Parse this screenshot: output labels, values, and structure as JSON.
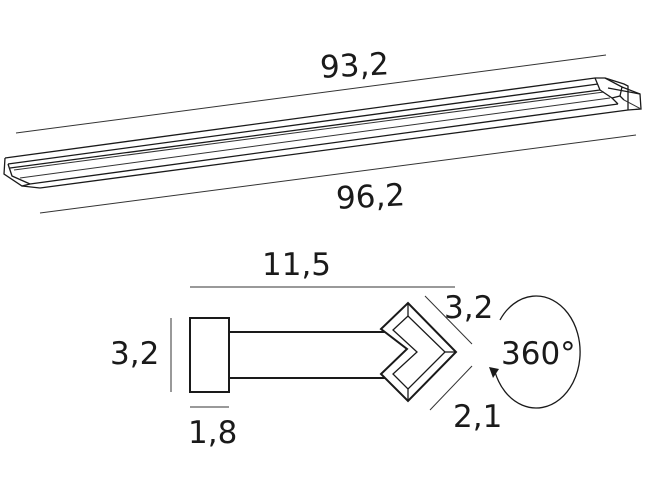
{
  "colors": {
    "line": "#1a1a1a",
    "background": "#ffffff"
  },
  "labels": {
    "top_length": "93,2",
    "bottom_length": "96,2",
    "arm_length": "11,5",
    "head_height_top": "3,2",
    "base_height": "3,2",
    "base_width": "1,8",
    "head_width": "2,1",
    "rotation": "360°"
  }
}
